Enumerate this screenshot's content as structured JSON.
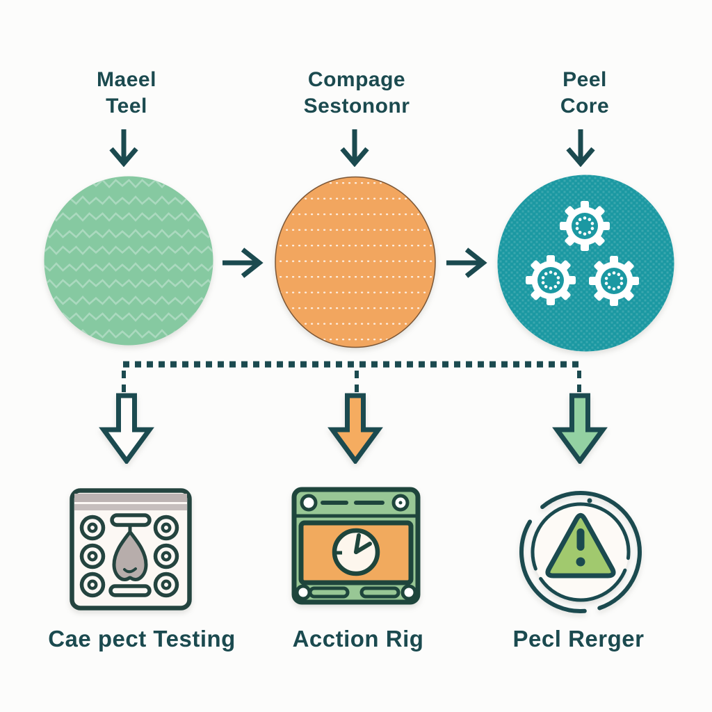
{
  "stages": [
    {
      "label_line1": "Maeel",
      "label_line2": "Teel",
      "circle_icon": "zigzag-pattern-circle"
    },
    {
      "label_line1": "Compage",
      "label_line2": "Sestononr",
      "circle_icon": "dotted-pattern-circle"
    },
    {
      "label_line1": "Peel",
      "label_line2": "Core",
      "circle_icon": "gears-circle"
    }
  ],
  "results": [
    {
      "label": "Cae pect Testing",
      "icon": "control-panel-icon"
    },
    {
      "label": "Acction Rig",
      "icon": "oven-timer-icon"
    },
    {
      "label": "Pecl Rerger",
      "icon": "warning-badge-icon"
    }
  ],
  "colors": {
    "text": "#1b4a4f",
    "outline": "#1b4a4f",
    "circle_green": "#86c9a1",
    "circle_green_pattern": "#abd9bf",
    "circle_orange": "#f2a65f",
    "circle_teal": "#1b98a2",
    "block_arrow_white": "#fdfcfa",
    "block_arrow_orange": "#f5ac60",
    "block_arrow_green": "#93d1a2",
    "icon_body_green": "#98c795",
    "icon_window_orange": "#f1aa5e",
    "warning_triangle_green": "#a1c96e"
  }
}
